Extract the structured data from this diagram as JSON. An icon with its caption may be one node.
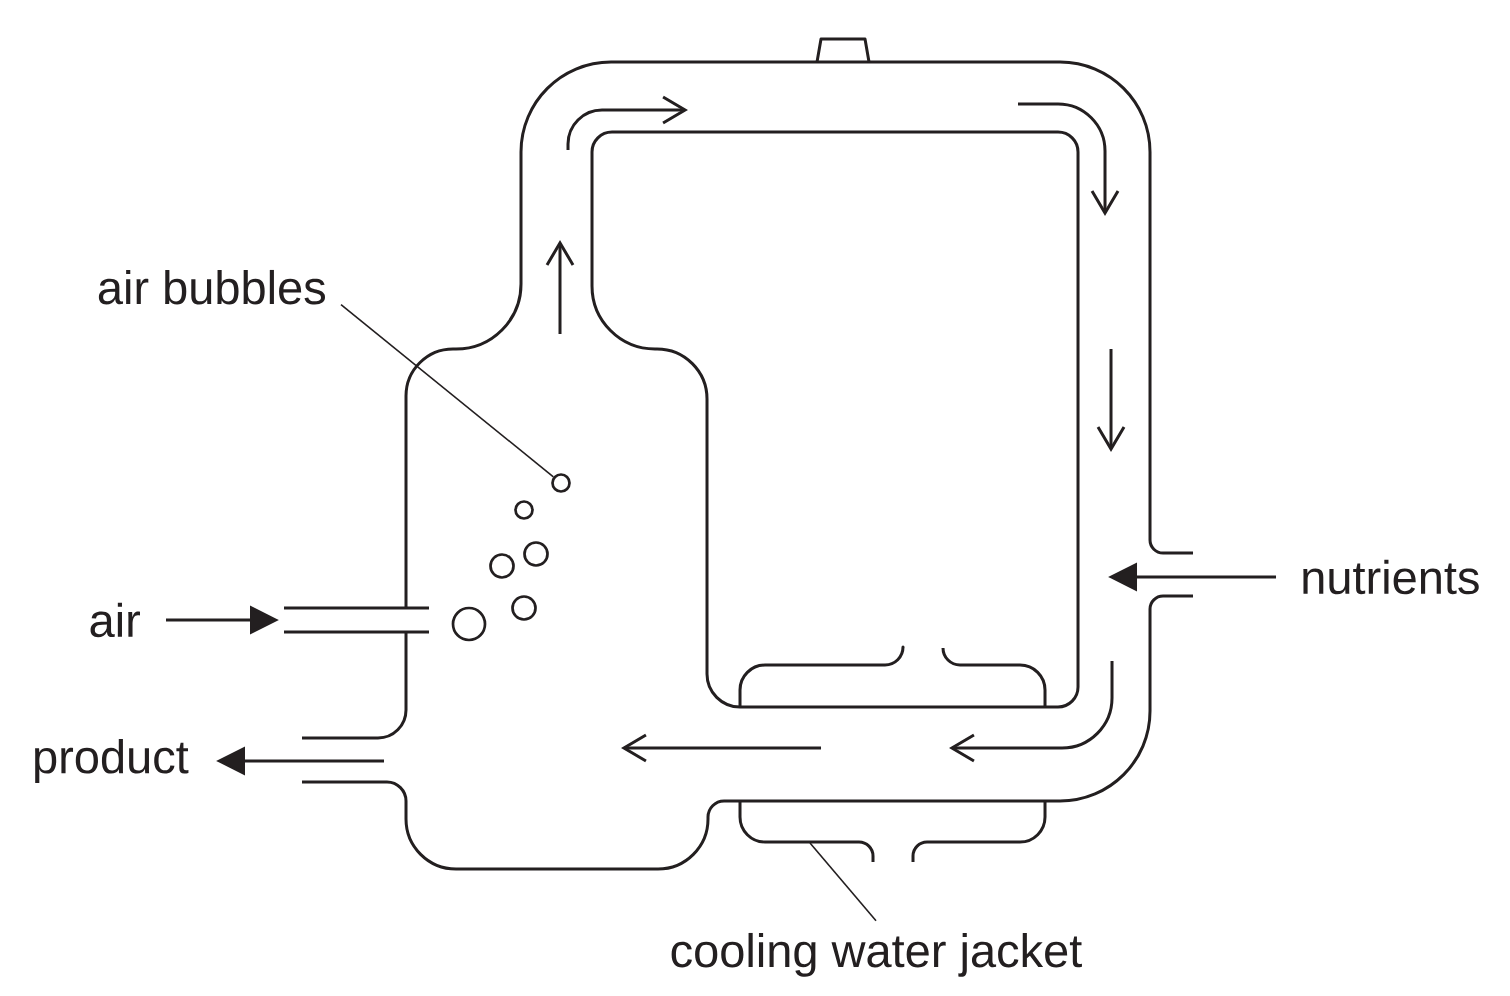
{
  "diagram": {
    "nodes": [
      {
        "text": [
          "air bubbles"
        ]
      },
      {
        "text": [],
        "shape": "circle"
      },
      {
        "text": [],
        "shape": "circle"
      },
      {
        "text": [],
        "shape": "circle"
      },
      {
        "text": [],
        "shape": "circle"
      },
      {
        "text": [],
        "shape": "circle"
      },
      {
        "text": [],
        "shape": "circle"
      },
      {
        "text": [
          "nutrients"
        ]
      },
      {
        "text": [
          "air"
        ]
      },
      {
        "text": [
          "product"
        ]
      },
      {
        "text": [
          "cooling water jacket"
        ]
      }
    ],
    "edges": [
      {
        "from": 0,
        "to": 1,
        "arrow": "none"
      },
      {
        "from": 7,
        "to": null,
        "arrow": "to"
      },
      {
        "from": 8,
        "to": null,
        "arrow": "to"
      },
      {
        "from": null,
        "to": 9,
        "arrow": "to"
      },
      {
        "from": 10,
        "to": null,
        "arrow": "none"
      }
    ]
  }
}
